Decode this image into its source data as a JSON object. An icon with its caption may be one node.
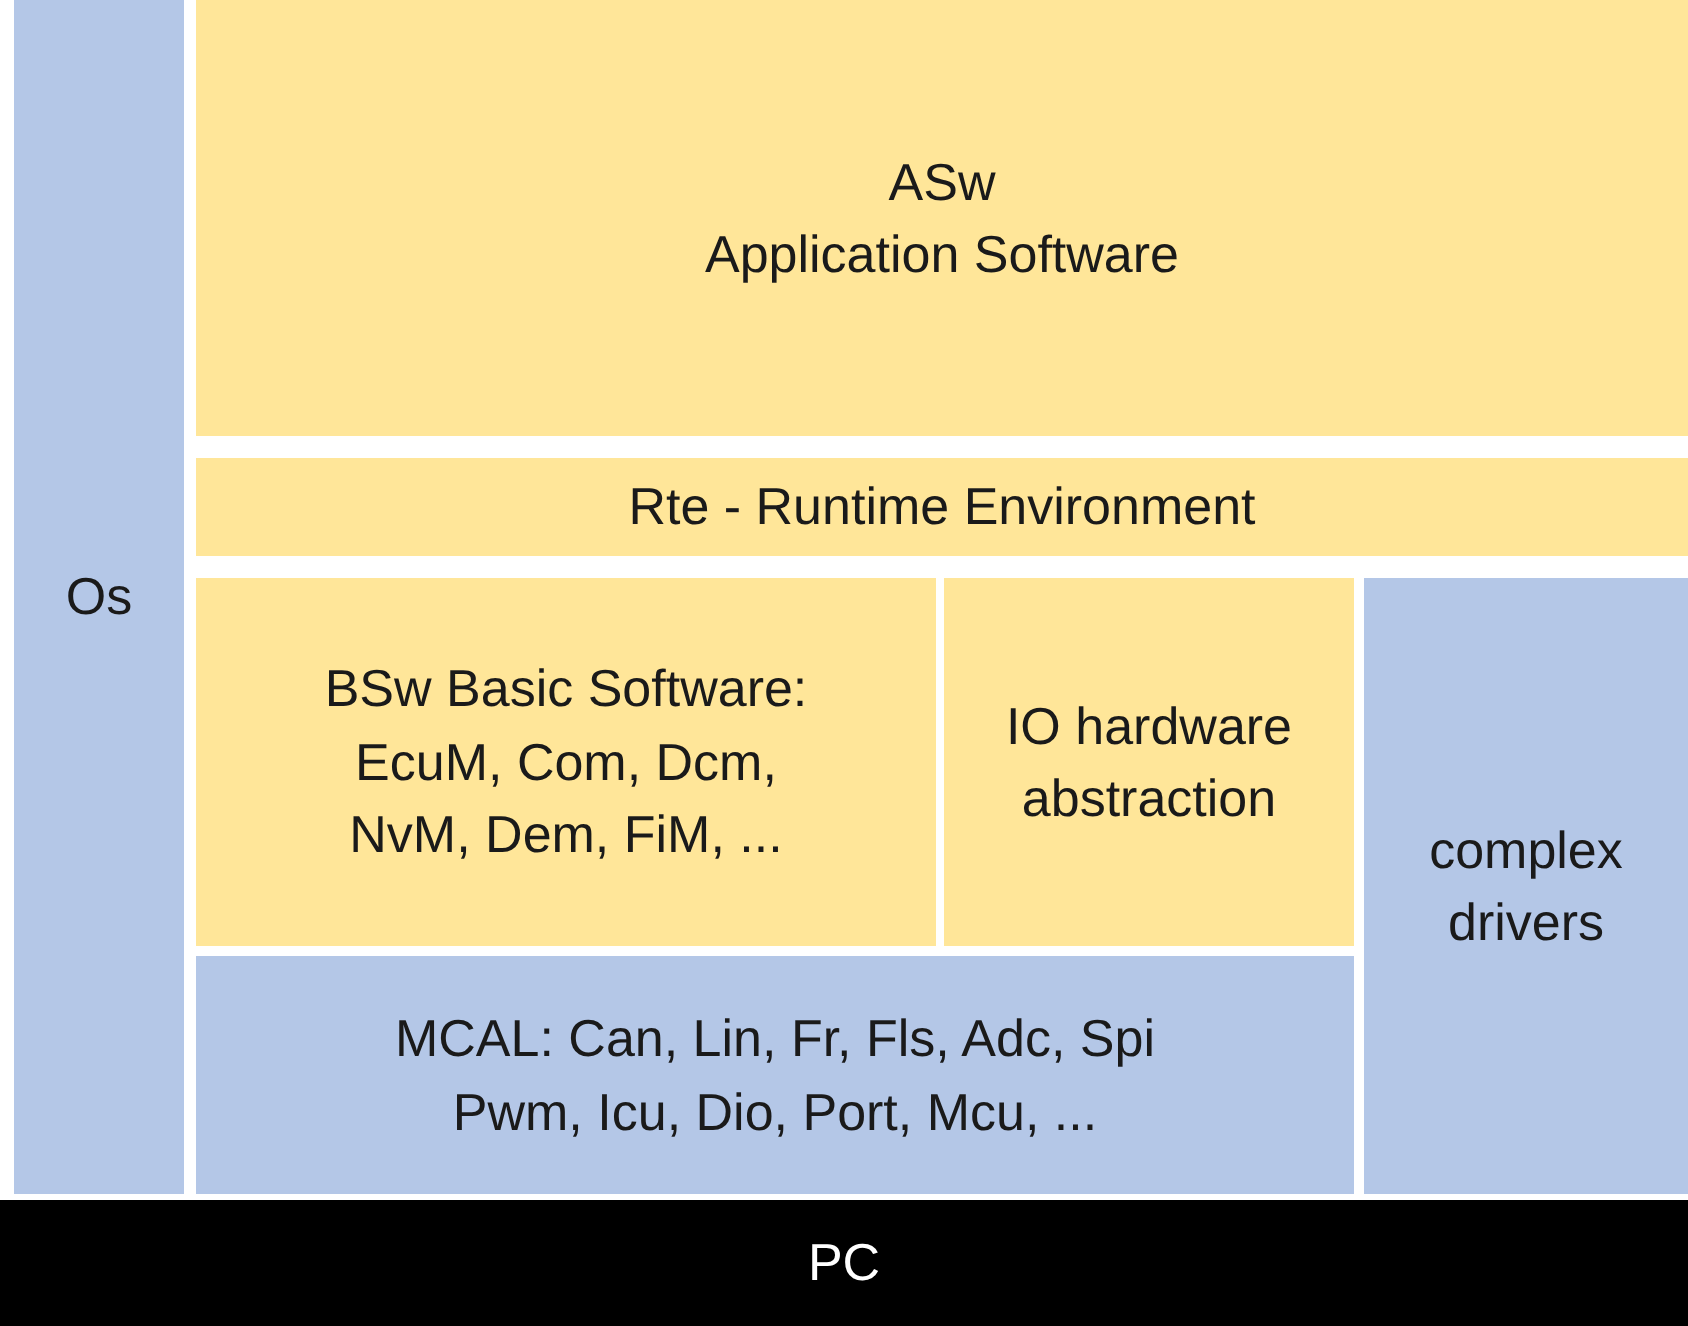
{
  "diagram": {
    "nodes": [
      {
        "text": [
          "Os"
        ]
      },
      {
        "text": [
          "ASw",
          "Application Software"
        ]
      },
      {
        "text": [
          "Rte - Runtime Environment"
        ]
      },
      {
        "text": [
          "BSw Basic Software: EcuM, Com, Dcm, NvM, Dem, FiM, ..."
        ]
      },
      {
        "text": [
          "IO hardware abstraction"
        ]
      },
      {
        "text": [
          "complex drivers"
        ]
      },
      {
        "text": [
          "MCAL: Can, Lin, Fr, Fls, Adc, Spi Pwm, Icu, Dio, Port, Mcu, ..."
        ]
      },
      {
        "text": [
          "PC"
        ]
      }
    ]
  }
}
